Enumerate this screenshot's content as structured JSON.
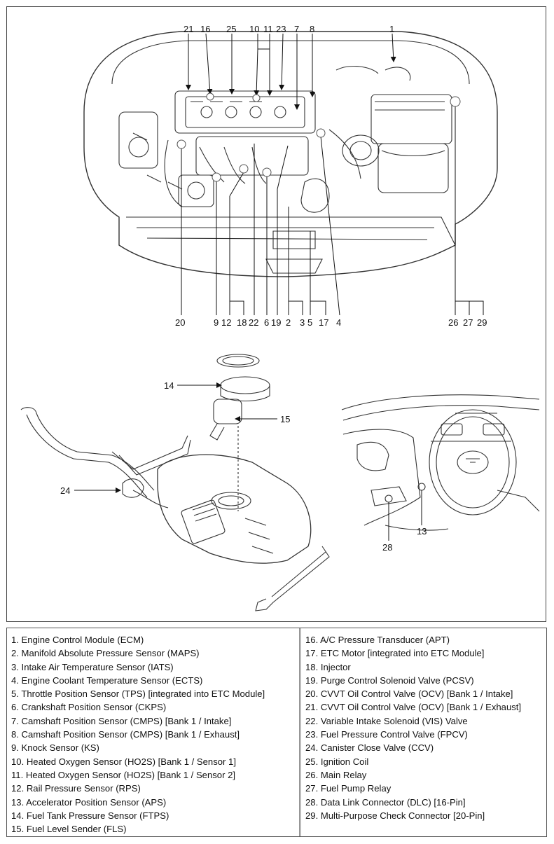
{
  "callouts": {
    "engine_top": [
      "21",
      "16",
      "25",
      "10",
      "11",
      "23",
      "7",
      "8",
      "1"
    ],
    "engine_bottom": [
      "20",
      "9",
      "12",
      "18",
      "22",
      "6",
      "19",
      "2",
      "3",
      "5",
      "17",
      "4",
      "26",
      "27",
      "29"
    ],
    "fuel_tank": [
      "14",
      "15",
      "24"
    ],
    "dashboard": [
      "13",
      "28"
    ]
  },
  "legend": {
    "left": [
      "1. Engine Control Module (ECM)",
      "2. Manifold Absolute Pressure Sensor (MAPS)",
      "3. Intake Air Temperature Sensor (IATS)",
      "4. Engine Coolant Temperature Sensor (ECTS)",
      "5. Throttle Position Sensor (TPS) [integrated into ETC Module]",
      "6. Crankshaft Position Sensor (CKPS)",
      "7. Camshaft Position Sensor (CMPS) [Bank 1 / Intake]",
      "8. Camshaft Position Sensor (CMPS) [Bank 1 / Exhaust]",
      "9. Knock Sensor (KS)",
      "10. Heated Oxygen Sensor (HO2S) [Bank 1 / Sensor 1]",
      "11. Heated Oxygen Sensor (HO2S) [Bank 1 / Sensor 2]",
      "12. Rail Pressure Sensor (RPS)",
      "13. Accelerator Position Sensor (APS)",
      "14. Fuel Tank Pressure Sensor (FTPS)",
      "15. Fuel Level Sender (FLS)"
    ],
    "right": [
      "16. A/C Pressure Transducer (APT)",
      "17. ETC Motor [integrated into ETC Module]",
      "18. Injector",
      "19. Purge Control Solenoid Valve (PCSV)",
      "20. CVVT Oil Control Valve (OCV) [Bank 1 / Intake]",
      "21. CVVT Oil Control Valve (OCV) [Bank 1 / Exhaust]",
      "22. Variable Intake Solenoid (VIS) Valve",
      "23. Fuel Pressure Control Valve (FPCV)",
      "24. Canister Close Valve (CCV)",
      "25. Ignition Coil",
      "26. Main Relay",
      "27. Fuel Pump Relay",
      "28. Data Link Connector (DLC) [16-Pin]",
      "29. Multi-Purpose Check Connector [20-Pin]"
    ]
  }
}
